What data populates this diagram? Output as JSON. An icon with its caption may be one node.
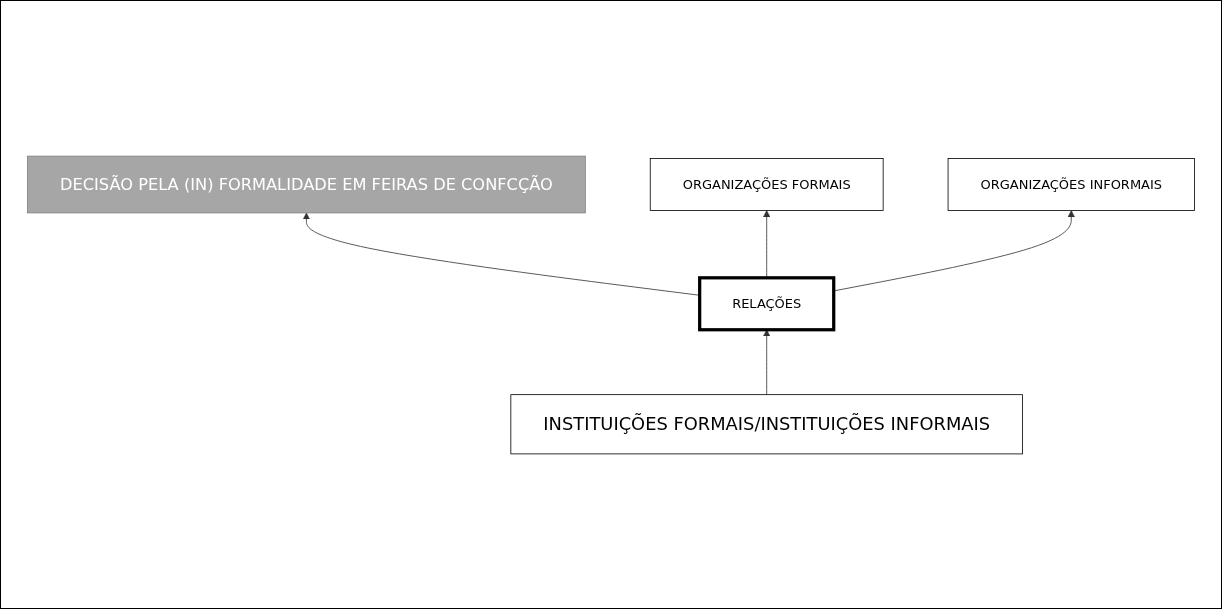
{
  "diagram": {
    "nodes": [
      {
        "text": [
          "DECISÃO PELA (IN) FORMALIDADE EM FEIRAS DE CONFCÇÃO"
        ]
      },
      {
        "text": [
          "ORGANIZAÇÕES FORMAIS"
        ]
      },
      {
        "text": [
          "RELAÇÕES"
        ]
      },
      {
        "text": [
          "ORGANIZAÇÕES INFORMAIS"
        ]
      },
      {
        "text": [
          "INSTITUIÇÕES FORMAIS/INSTITUIÇÕES INFORMAIS"
        ]
      }
    ],
    "edges": [
      {
        "from": 2,
        "to": 0,
        "arrow": "to"
      },
      {
        "from": 2,
        "to": 1,
        "arrow": "to"
      },
      {
        "from": 2,
        "to": 3,
        "arrow": "to"
      },
      {
        "from": 4,
        "to": 2,
        "arrow": "to"
      }
    ]
  }
}
